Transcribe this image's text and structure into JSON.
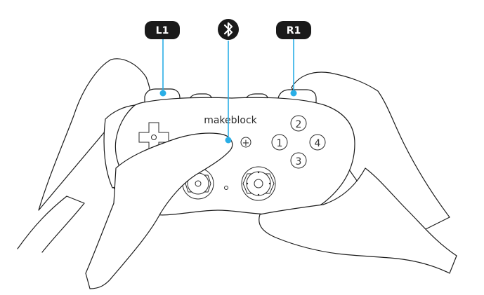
{
  "callouts": {
    "left_shoulder": "L1",
    "right_shoulder": "R1",
    "bluetooth": "bluetooth-icon"
  },
  "controller": {
    "brand": "makeblock",
    "center_button": "+",
    "face_buttons": [
      "1",
      "2",
      "3",
      "4"
    ]
  },
  "colors": {
    "accent": "#29aee6",
    "callout_fill": "#1a1a1a",
    "outline": "#1c1c1c"
  }
}
